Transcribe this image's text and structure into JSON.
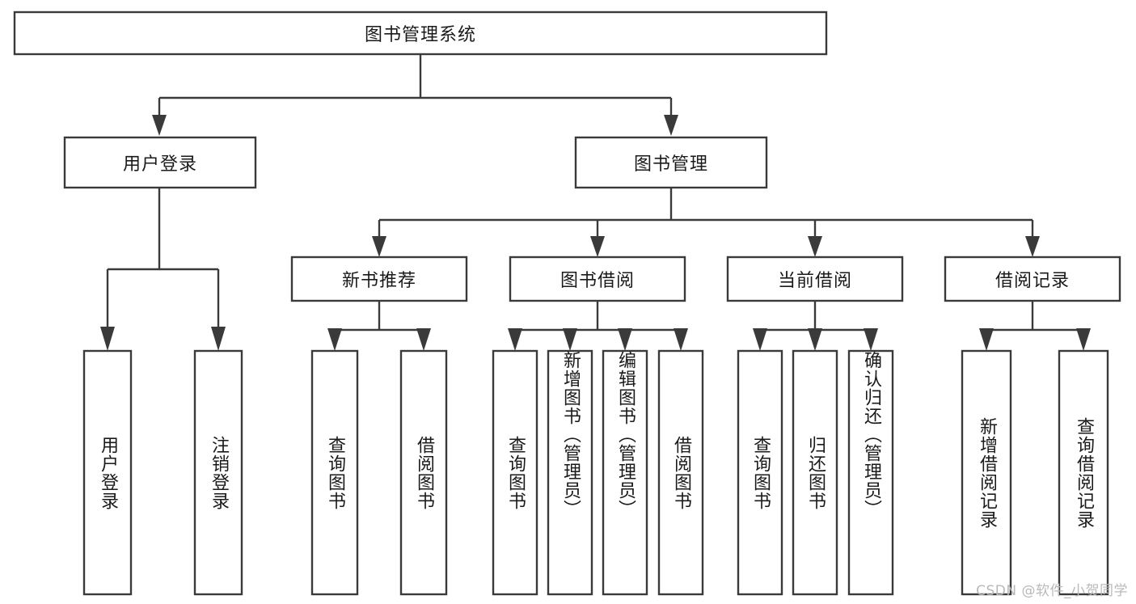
{
  "diagram": {
    "type": "tree-flowchart",
    "title": "图书管理系统",
    "orientation": "top-down",
    "colors": {
      "box_stroke": "#3a3a3a",
      "box_fill": "#ffffff",
      "connector": "#3a3a3a",
      "text": "#1a1a1a",
      "watermark": "#b9b9b9",
      "background": "#ffffff"
    },
    "levels": {
      "root": {
        "label": "图书管理系统"
      },
      "level2": [
        {
          "label": "用户登录"
        },
        {
          "label": "图书管理"
        }
      ],
      "level3": [
        {
          "label": "新书推荐"
        },
        {
          "label": "图书借阅"
        },
        {
          "label": "当前借阅"
        },
        {
          "label": "借阅记录"
        }
      ],
      "leaves": [
        {
          "label": "用户登录",
          "parent": "用户登录"
        },
        {
          "label": "注销登录",
          "parent": "用户登录"
        },
        {
          "label": "查询图书",
          "parent": "新书推荐"
        },
        {
          "label": "借阅图书",
          "parent": "新书推荐"
        },
        {
          "label": "查询图书",
          "parent": "图书借阅"
        },
        {
          "label": "新增图书（管理员）",
          "parent": "图书借阅"
        },
        {
          "label": "编辑图书（管理员）",
          "parent": "图书借阅"
        },
        {
          "label": "借阅图书",
          "parent": "图书借阅"
        },
        {
          "label": "查询图书",
          "parent": "当前借阅"
        },
        {
          "label": "归还图书",
          "parent": "当前借阅"
        },
        {
          "label": "确认归还（管理员）",
          "parent": "当前借阅"
        },
        {
          "label": "新增借阅记录",
          "parent": "借阅记录"
        },
        {
          "label": "查询借阅记录",
          "parent": "借阅记录"
        }
      ]
    }
  },
  "watermark": {
    "text": "CSDN @软件_小贺同学"
  }
}
